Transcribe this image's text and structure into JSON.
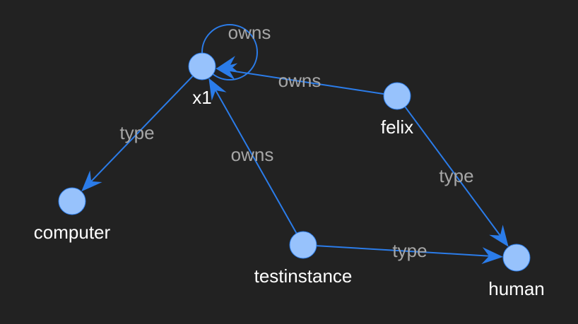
{
  "colors": {
    "background": "#222222",
    "node_fill": "#97C2FC",
    "node_border": "#2B7CE9",
    "edge": "#2B7CE9",
    "node_label": "#ffffff",
    "edge_label": "#a6a6a6"
  },
  "nodes": [
    {
      "id": "x1",
      "label": "x1"
    },
    {
      "id": "felix",
      "label": "felix"
    },
    {
      "id": "computer",
      "label": "computer"
    },
    {
      "id": "testinstance",
      "label": "testinstance"
    },
    {
      "id": "human",
      "label": "human"
    }
  ],
  "edges": [
    {
      "id": "x1-owns-x1",
      "from": "x1",
      "to": "x1",
      "label": "owns"
    },
    {
      "id": "felix-owns-x1",
      "from": "felix",
      "to": "x1",
      "label": "owns"
    },
    {
      "id": "x1-type-computer",
      "from": "x1",
      "to": "computer",
      "label": "type"
    },
    {
      "id": "testinstance-owns-x1",
      "from": "testinstance",
      "to": "x1",
      "label": "owns"
    },
    {
      "id": "felix-type-human",
      "from": "felix",
      "to": "human",
      "label": "type"
    },
    {
      "id": "testinstance-type-human",
      "from": "testinstance",
      "to": "human",
      "label": "type"
    }
  ]
}
